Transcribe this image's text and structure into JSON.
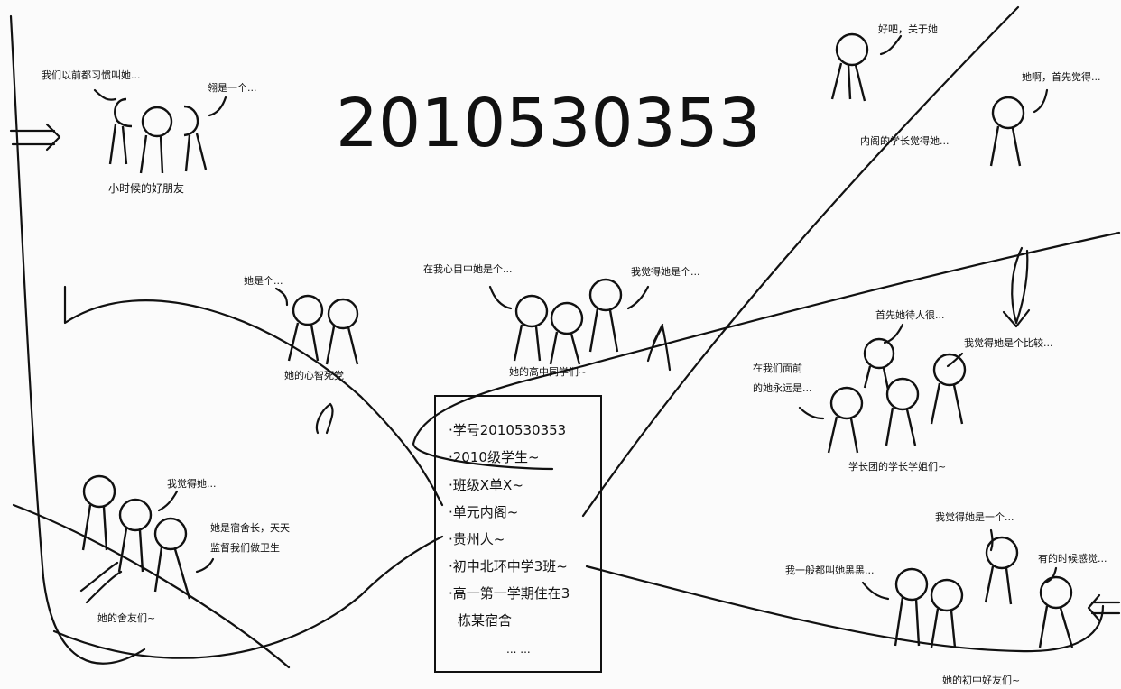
{
  "title": "2010530353",
  "info": {
    "lines": [
      "·学号2010530353",
      "·2010级学生~",
      "·班级X单X~",
      "·单元内阁~",
      "·贵州人~",
      "·初中北环中学3班~",
      "·高一第一学期住在3",
      "栋某宿舍",
      "... ..."
    ]
  },
  "groups": {
    "childhood": {
      "caption": "小时候的好朋友",
      "bubbles": [
        "我们以前都习惯叫她...",
        "翎是一个..."
      ]
    },
    "soulmate": {
      "caption": "她的心智死党",
      "bubbles": [
        "她是个..."
      ]
    },
    "highschool": {
      "caption": "她的高中同学们~",
      "bubbles": [
        "在我心目中她是个...",
        "我觉得她是个..."
      ]
    },
    "cabinet": {
      "bubbles": [
        "好吧，关于她",
        "她啊，首先觉得...",
        "内阁的学长觉得她..."
      ]
    },
    "seniors": {
      "caption": "学长团的学长学姐们~",
      "bubbles": [
        "首先她待人很...",
        "我觉得她是个比较...",
        "在我们面前",
        "的她永远是..."
      ]
    },
    "roommates": {
      "caption": "她的舍友们~",
      "bubbles": [
        "我觉得她...",
        "她是宿舍长，天天",
        "监督我们做卫生"
      ]
    },
    "middleschool": {
      "caption": "她的初中好友们~",
      "bubbles": [
        "我觉得她是一个...",
        "有的时候感觉...",
        "我一般都叫她黑黑..."
      ]
    }
  }
}
